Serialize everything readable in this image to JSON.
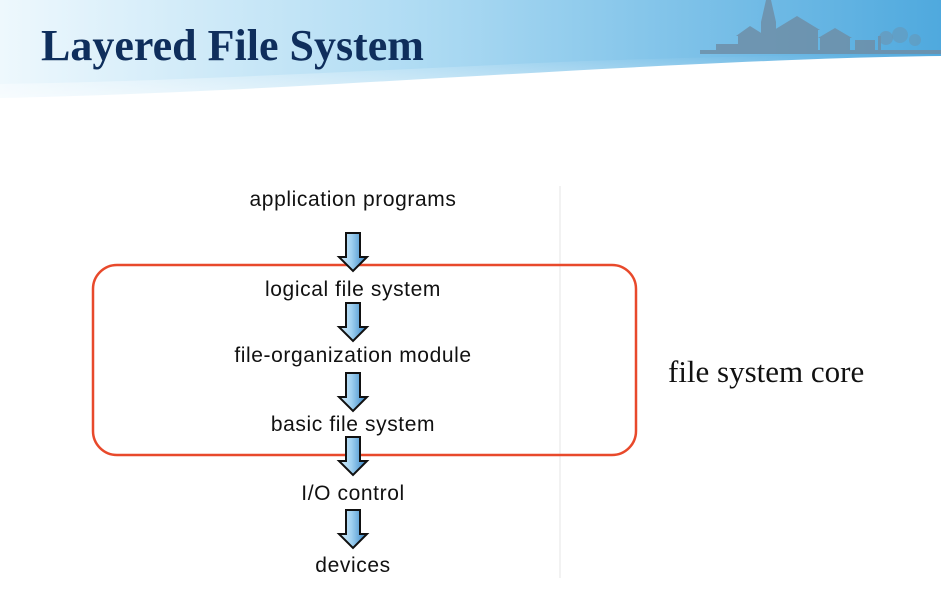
{
  "slide": {
    "title": "Layered File System"
  },
  "diagram": {
    "layers": [
      "application programs",
      "logical file system",
      "file-organization module",
      "basic file system",
      "I/O control",
      "devices"
    ],
    "grouped_layers": [
      "logical file system",
      "file-organization module",
      "basic file system"
    ],
    "group_label": "file system core"
  },
  "colors": {
    "title_text": "#0f2e5c",
    "header_gradient_light": "#e9f6fd",
    "header_gradient_dark": "#5ab4e5",
    "arrow_fill_light": "#c8e6f8",
    "arrow_fill_dark": "#3d8fd0",
    "arrow_outline": "#111111",
    "group_box_outline": "#e8492b"
  },
  "icons": {
    "header_decoration": "town-skyline-icon",
    "arrow": "down-arrow-icon"
  }
}
